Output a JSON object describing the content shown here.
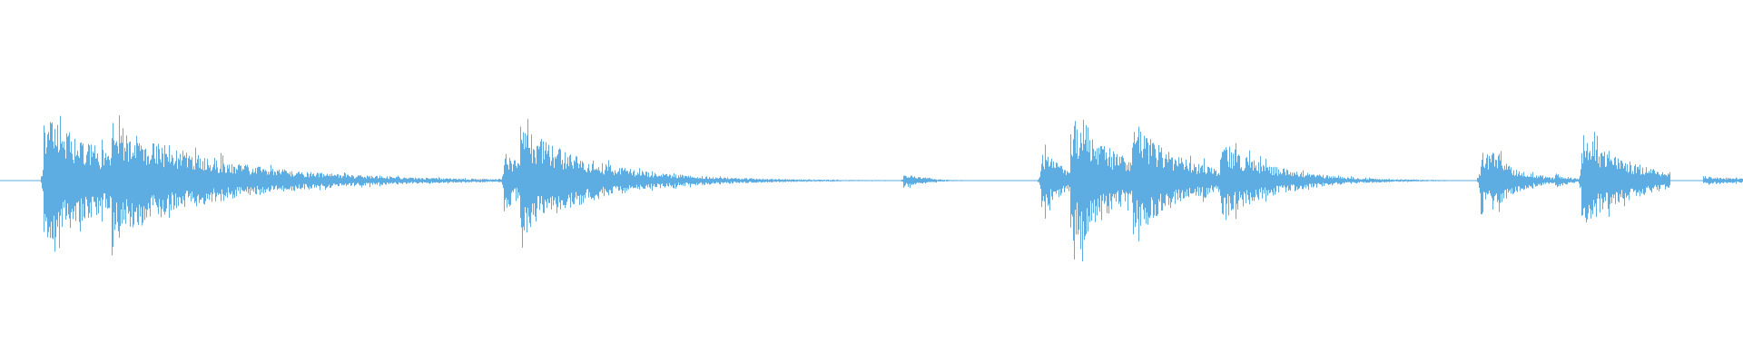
{
  "waveform": {
    "color": "#5dade2",
    "amplitude_max": 1.0,
    "baseline_level": 0.0,
    "bursts": [
      {
        "onset": 0.025,
        "peak": 0.62,
        "decay": 0.045,
        "skew": 0.05
      },
      {
        "onset": 0.032,
        "peak": 0.38,
        "decay": 0.02,
        "skew": 0.1
      },
      {
        "onset": 0.041,
        "peak": 0.3,
        "decay": 0.02,
        "skew": -0.05
      },
      {
        "onset": 0.064,
        "peak": 0.54,
        "decay": 0.06,
        "skew": 0.02
      },
      {
        "onset": 0.128,
        "peak": 0.03,
        "decay": 0.01,
        "skew": 0.0
      },
      {
        "onset": 0.289,
        "peak": 0.3,
        "decay": 0.015,
        "skew": 0.05
      },
      {
        "onset": 0.298,
        "peak": 0.53,
        "decay": 0.04,
        "skew": 0.08
      },
      {
        "onset": 0.31,
        "peak": 0.22,
        "decay": 0.02,
        "skew": 0.0
      },
      {
        "onset": 0.33,
        "peak": 0.21,
        "decay": 0.045,
        "skew": 0.05
      },
      {
        "onset": 0.41,
        "peak": 0.03,
        "decay": 0.008,
        "skew": 0.0
      },
      {
        "onset": 0.518,
        "peak": 0.07,
        "decay": 0.012,
        "skew": 0.0
      },
      {
        "onset": 0.597,
        "peak": 0.31,
        "decay": 0.015,
        "skew": 0.0
      },
      {
        "onset": 0.614,
        "peak": 0.63,
        "decay": 0.03,
        "skew": 0.02
      },
      {
        "onset": 0.62,
        "peak": 0.6,
        "decay": 0.02,
        "skew": 0.05
      },
      {
        "onset": 0.649,
        "peak": 0.55,
        "decay": 0.03,
        "skew": 0.05
      },
      {
        "onset": 0.665,
        "peak": 0.22,
        "decay": 0.02,
        "skew": 0.0
      },
      {
        "onset": 0.69,
        "peak": 0.2,
        "decay": 0.01,
        "skew": 0.0
      },
      {
        "onset": 0.7,
        "peak": 0.38,
        "decay": 0.03,
        "skew": 0.05
      },
      {
        "onset": 0.849,
        "peak": 0.33,
        "decay": 0.015,
        "skew": 0.0
      },
      {
        "onset": 0.855,
        "peak": 0.31,
        "decay": 0.015,
        "skew": 0.0
      },
      {
        "onset": 0.892,
        "peak": 0.07,
        "decay": 0.01,
        "skew": 0.0
      },
      {
        "onset": 0.907,
        "peak": 0.45,
        "decay": 0.03,
        "skew": 0.05
      },
      {
        "onset": 0.978,
        "peak": 0.04,
        "decay": 0.03,
        "skew": 0.0
      }
    ],
    "silence_gaps": [
      [
        0.958,
        0.977
      ]
    ]
  }
}
